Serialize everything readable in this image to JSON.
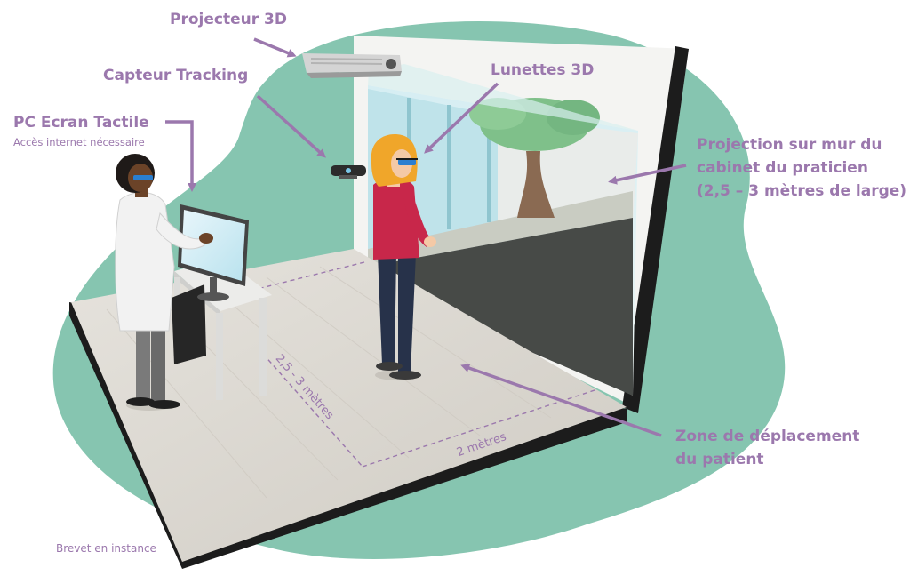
{
  "labels": {
    "projector": "Projecteur 3D",
    "tracking": "Capteur Tracking",
    "glasses": "Lunettes 3D",
    "pc_title": "PC Ecran Tactile",
    "pc_subtitle": "Accès internet nécessaire",
    "projection_line1": "Projection sur mur du",
    "projection_line2": "cabinet du praticien",
    "projection_line3": "(2,5 – 3 mètres de large)",
    "zone_line1": "Zone de déplacement",
    "zone_line2": "du patient",
    "depth_dim": "2,5 - 3 mètres",
    "width_dim": "2 mètres",
    "patent": "Brevet en instance"
  },
  "colors": {
    "accent": "#9b78ad",
    "blob": "#86c5b0",
    "floor": "#dedbd4",
    "wall": "#f4f4f2",
    "edge": "#1c1c1c",
    "shirt": "#c8274a",
    "hair": "#f0a62a",
    "trousers": "#27324a"
  },
  "icons": [
    "projector-icon",
    "tracking-sensor-icon",
    "3d-glasses-icon",
    "touch-screen-icon"
  ]
}
